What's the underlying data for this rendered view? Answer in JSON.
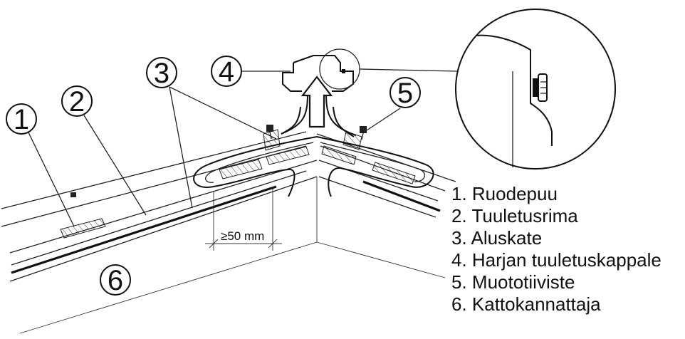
{
  "callouts": [
    {
      "number": "1"
    },
    {
      "number": "2"
    },
    {
      "number": "3"
    },
    {
      "number": "4"
    },
    {
      "number": "5"
    },
    {
      "number": "6"
    }
  ],
  "dimension": {
    "label": "≥50 mm"
  },
  "legend": [
    "1. Ruodepuu",
    "2. Tuuletusrima",
    "3. Aluskate",
    "4. Harjan tuuletuskappale",
    "5. Muototiiviste",
    "6. Kattokannattaja"
  ]
}
